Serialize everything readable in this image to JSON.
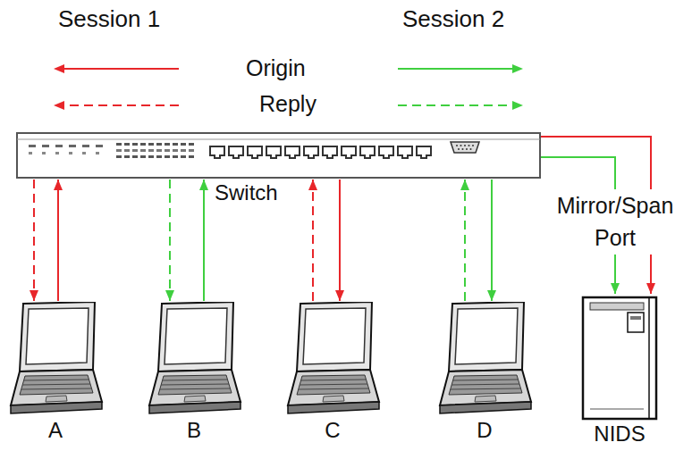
{
  "diagram": {
    "nodes": [
      {
        "text": [
          "Switch"
        ]
      },
      {
        "text": [
          "A"
        ]
      },
      {
        "text": [
          "B"
        ]
      },
      {
        "text": [
          "C"
        ]
      },
      {
        "text": [
          "D"
        ]
      },
      {
        "text": [
          "NIDS"
        ]
      }
    ],
    "edges": [
      {
        "from": 1,
        "to": 0,
        "arrow": "to"
      },
      {
        "from": 0,
        "to": 1,
        "arrow": "to"
      },
      {
        "from": 2,
        "to": 0,
        "arrow": "to"
      },
      {
        "from": 0,
        "to": 2,
        "arrow": "to"
      },
      {
        "from": 3,
        "to": 0,
        "arrow": "to"
      },
      {
        "from": 0,
        "to": 3,
        "arrow": "to"
      },
      {
        "from": 4,
        "to": 0,
        "arrow": "to"
      },
      {
        "from": 0,
        "to": 4,
        "arrow": "to"
      },
      {
        "from": 0,
        "to": 5,
        "arrow": "to"
      },
      {
        "from": 0,
        "to": 5,
        "arrow": "to"
      }
    ],
    "labels": [
      "Session 1",
      "Session 2",
      "Mirror/Span Port"
    ],
    "legend": [
      {
        "text": "Origin"
      },
      {
        "text": "Reply"
      }
    ]
  }
}
